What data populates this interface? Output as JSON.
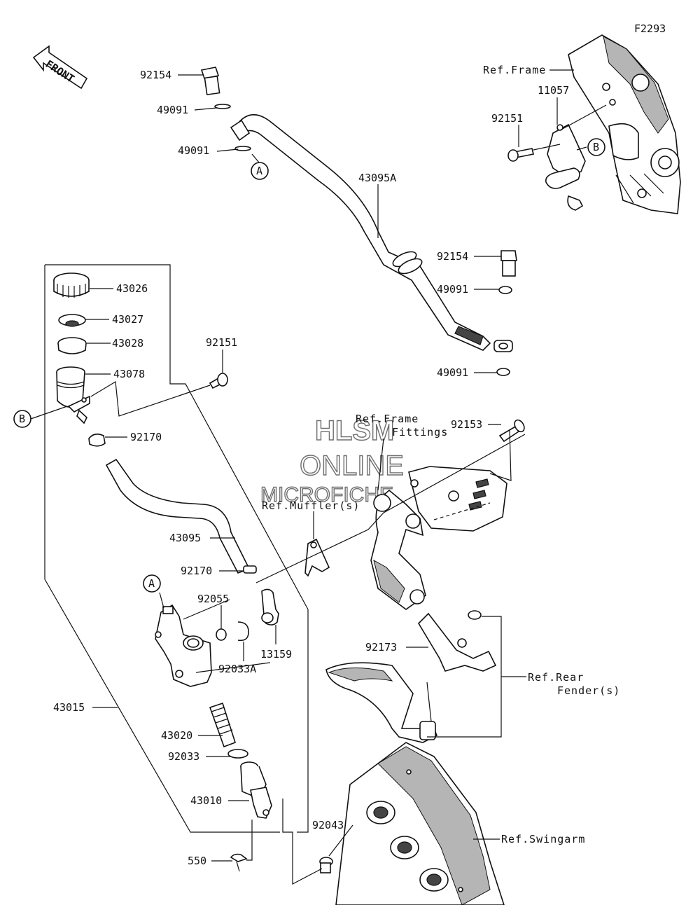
{
  "figure_code": "F2293",
  "front_label": "FRONT",
  "watermark": {
    "line1": "HLSM",
    "line2": "ONLINE",
    "line3": "MICROFICHE"
  },
  "part_labels": {
    "p92154_top": "92154",
    "p49091_a": "49091",
    "p49091_b": "49091",
    "p43095A": "43095A",
    "p11057": "11057",
    "p92151_top": "92151",
    "p92154_mid": "92154",
    "p49091_c": "49091",
    "p49091_d": "49091",
    "p43026": "43026",
    "p43027": "43027",
    "p43028": "43028",
    "p43078": "43078",
    "p92151_mid": "92151",
    "p92170_a": "92170",
    "p43095": "43095",
    "p92170_b": "92170",
    "p92055": "92055",
    "p92033A": "92033A",
    "p13159": "13159",
    "p92153": "92153",
    "p92173": "92173",
    "p43015": "43015",
    "p43020": "43020",
    "p92033": "92033",
    "p43010": "43010",
    "p92043": "92043",
    "p550": "550"
  },
  "references": {
    "frame": "Ref.Frame",
    "frame_fittings_1": "Ref.Frame",
    "frame_fittings_2": "Fittings",
    "mufflers": "Ref.Muffler(s)",
    "rear_fender_1": "Ref.Rear",
    "rear_fender_2": "Fender(s)",
    "swingarm": "Ref.Swingarm"
  },
  "callouts": {
    "a_top": "A",
    "b_right": "B",
    "b_left": "B",
    "a_left": "A"
  }
}
